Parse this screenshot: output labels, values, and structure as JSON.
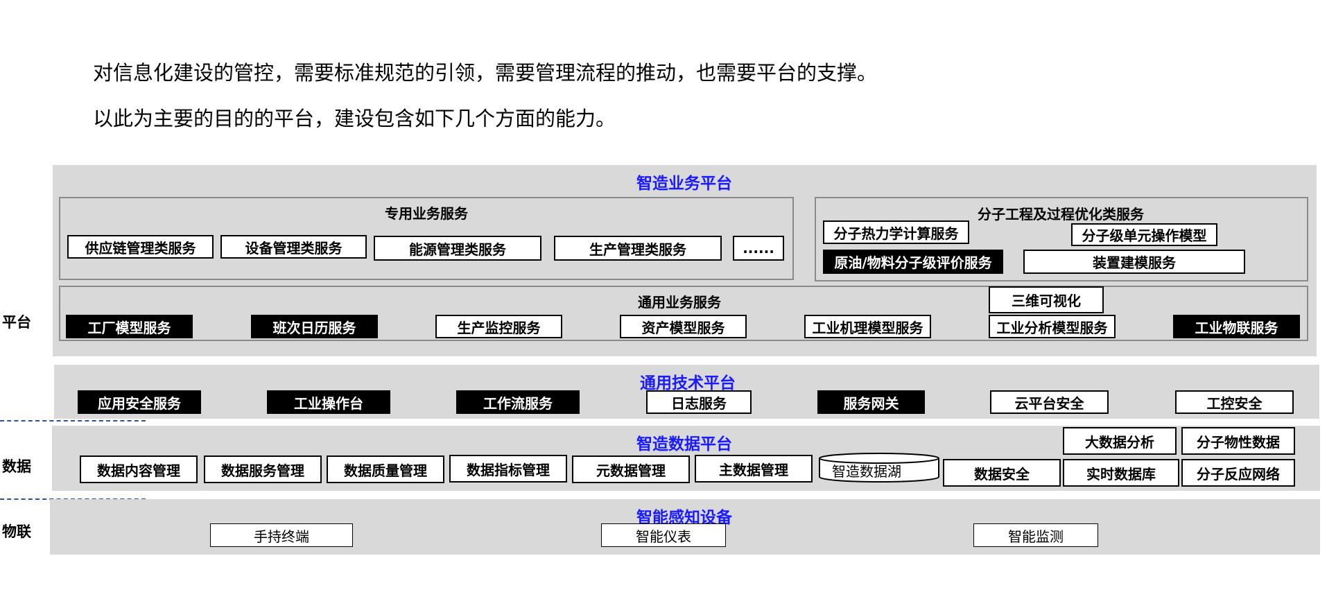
{
  "intro": {
    "line1": "对信息化建设的管控，需要标准规范的引领，需要管理流程的推动，也需要平台的支撑。",
    "line2": "以此为主要的目的的平台，建设包含如下几个方面的能力。"
  },
  "side_labels": {
    "platform": "平台",
    "data": "数据",
    "iot": "物联"
  },
  "business_platform": {
    "title": "智造业务平台",
    "special": {
      "title": "专用业务服务",
      "items": [
        "供应链管理类服务",
        "设备管理类服务",
        "能源管理类服务",
        "生产管理类服务",
        "......"
      ]
    },
    "molecular": {
      "title": "分子工程及过程优化类服务",
      "items": [
        "分子热力学计算服务",
        "分子级单元操作模型",
        "原油/物料分子级评价服务",
        "装置建模服务"
      ]
    },
    "general": {
      "title": "通用业务服务",
      "items": [
        "工厂模型服务",
        "班次日历服务",
        "生产监控服务",
        "资产模型服务",
        "工业机理模型服务",
        "三维可视化",
        "工业分析模型服务",
        "工业物联服务"
      ]
    }
  },
  "tech_platform": {
    "title": "通用技术平台",
    "items": [
      "应用安全服务",
      "工业操作台",
      "工作流服务",
      "日志服务",
      "服务网关",
      "云平台安全",
      "工控安全"
    ]
  },
  "data_platform": {
    "title": "智造数据平台",
    "items": [
      "数据内容管理",
      "数据服务管理",
      "数据质量管理",
      "数据指标管理",
      "元数据管理",
      "主数据管理",
      "智造数据湖",
      "数据安全",
      "实时数据库",
      "分子反应网络",
      "大数据分析",
      "分子物性数据"
    ]
  },
  "sensing": {
    "title": "智能感知设备",
    "items": [
      "手持终端",
      "智能仪表",
      "智能监测"
    ]
  },
  "colors": {
    "band": "#d9d9d9",
    "title_blue": "#1a1aff",
    "dash": "#2e4e9e",
    "dark_box": "#000000"
  }
}
